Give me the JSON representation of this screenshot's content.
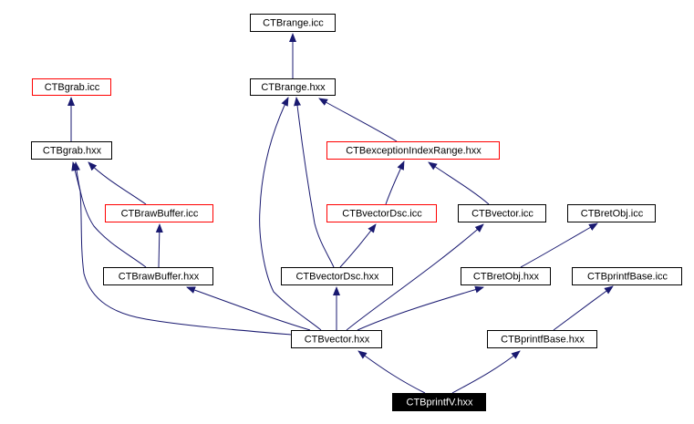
{
  "diagram": {
    "type": "include-dependency-graph",
    "colors": {
      "edge": "#191970",
      "normal_border": "#000000",
      "missing_border": "#ff0000",
      "highlight_fill": "#000000",
      "highlight_text": "#ffffff",
      "normal_fill": "#ffffff",
      "normal_text": "#000000"
    },
    "nodes": [
      {
        "id": "CTBrange_icc",
        "label": "CTBrange.icc",
        "style": "normal"
      },
      {
        "id": "CTBgrab_icc",
        "label": "CTBgrab.icc",
        "style": "missing"
      },
      {
        "id": "CTBrange_hxx",
        "label": "CTBrange.hxx",
        "style": "normal"
      },
      {
        "id": "CTBgrab_hxx",
        "label": "CTBgrab.hxx",
        "style": "normal"
      },
      {
        "id": "CTBexceptionIndexRange_hxx",
        "label": "CTBexceptionIndexRange.hxx",
        "style": "missing"
      },
      {
        "id": "CTBrawBuffer_icc",
        "label": "CTBrawBuffer.icc",
        "style": "missing"
      },
      {
        "id": "CTBvectorDsc_icc",
        "label": "CTBvectorDsc.icc",
        "style": "missing"
      },
      {
        "id": "CTBvector_icc",
        "label": "CTBvector.icc",
        "style": "normal"
      },
      {
        "id": "CTBretObj_icc",
        "label": "CTBretObj.icc",
        "style": "normal"
      },
      {
        "id": "CTBrawBuffer_hxx",
        "label": "CTBrawBuffer.hxx",
        "style": "normal"
      },
      {
        "id": "CTBvectorDsc_hxx",
        "label": "CTBvectorDsc.hxx",
        "style": "normal"
      },
      {
        "id": "CTBretObj_hxx",
        "label": "CTBretObj.hxx",
        "style": "normal"
      },
      {
        "id": "CTBprintfBase_icc",
        "label": "CTBprintfBase.icc",
        "style": "normal"
      },
      {
        "id": "CTBvector_hxx",
        "label": "CTBvector.hxx",
        "style": "normal"
      },
      {
        "id": "CTBprintfBase_hxx",
        "label": "CTBprintfBase.hxx",
        "style": "normal"
      },
      {
        "id": "CTBprintfV_hxx",
        "label": "CTBprintfV.hxx",
        "style": "highlight"
      }
    ],
    "edges": [
      {
        "from": "CTBrange_hxx",
        "to": "CTBrange_icc"
      },
      {
        "from": "CTBgrab_hxx",
        "to": "CTBgrab_icc"
      },
      {
        "from": "CTBexceptionIndexRange_hxx",
        "to": "CTBrange_hxx"
      },
      {
        "from": "CTBrawBuffer_icc",
        "to": "CTBgrab_hxx"
      },
      {
        "from": "CTBrawBuffer_hxx",
        "to": "CTBgrab_hxx"
      },
      {
        "from": "CTBrawBuffer_hxx",
        "to": "CTBrawBuffer_icc"
      },
      {
        "from": "CTBvectorDsc_icc",
        "to": "CTBexceptionIndexRange_hxx"
      },
      {
        "from": "CTBvector_icc",
        "to": "CTBexceptionIndexRange_hxx"
      },
      {
        "from": "CTBvectorDsc_hxx",
        "to": "CTBrange_hxx"
      },
      {
        "from": "CTBvectorDsc_hxx",
        "to": "CTBvectorDsc_icc"
      },
      {
        "from": "CTBretObj_hxx",
        "to": "CTBretObj_icc"
      },
      {
        "from": "CTBvector_hxx",
        "to": "CTBgrab_hxx"
      },
      {
        "from": "CTBvector_hxx",
        "to": "CTBrange_hxx"
      },
      {
        "from": "CTBvector_hxx",
        "to": "CTBrawBuffer_hxx"
      },
      {
        "from": "CTBvector_hxx",
        "to": "CTBvectorDsc_hxx"
      },
      {
        "from": "CTBvector_hxx",
        "to": "CTBvector_icc"
      },
      {
        "from": "CTBvector_hxx",
        "to": "CTBretObj_hxx"
      },
      {
        "from": "CTBprintfBase_hxx",
        "to": "CTBprintfBase_icc"
      },
      {
        "from": "CTBprintfV_hxx",
        "to": "CTBvector_hxx"
      },
      {
        "from": "CTBprintfV_hxx",
        "to": "CTBprintfBase_hxx"
      }
    ]
  }
}
